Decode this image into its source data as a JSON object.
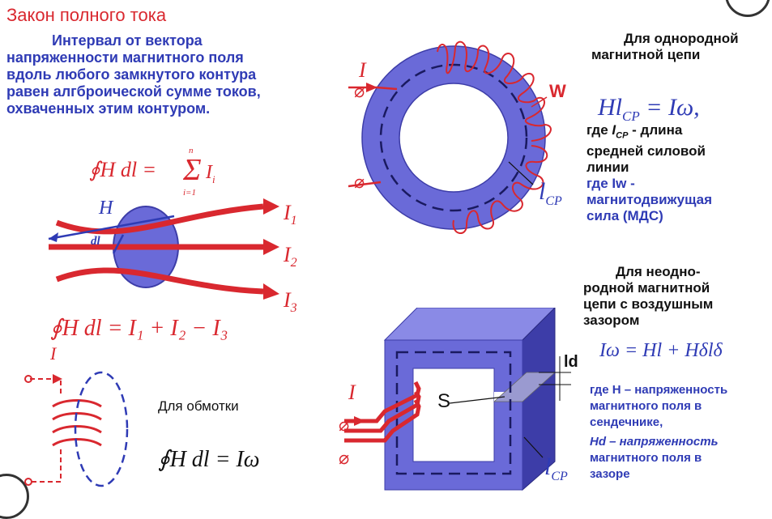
{
  "title": "Закон полного тока",
  "intro_lines": [
    "Интервал от вектора",
    "напряженности магнитного поля",
    "вдоль любого замкнутого контура",
    "равен алгброической сумме токов,",
    "охваченных этим контуром."
  ],
  "formula_sum": "∮H⃗ dl⃗ = Σ Iᵢ",
  "formula_sum_parts": {
    "lhs": "∮H dl =",
    "sum_top": "n",
    "sum_bottom": "i=1",
    "rhs": "I",
    "rhs_sub": "i"
  },
  "formula_currents": "∮H dl = I₁ + I₂ − I₃",
  "fig1_labels": {
    "H": "H",
    "dl": "dl",
    "I1": "I",
    "I1_sub": "1",
    "I2": "I",
    "I2_sub": "2",
    "I3": "I",
    "I3_sub": "3"
  },
  "coil_label": "Для обмотки",
  "formula_coil": "∮H dl = Iω",
  "coil_current": "I",
  "toroid": {
    "I": "I",
    "W": "W",
    "lcp": "l",
    "lcp_sub": "CP"
  },
  "uniform": {
    "heading_line1": "Для однородной",
    "heading_line2": "магнитной цепи",
    "formula": "Hl",
    "formula_sub": "CP",
    "formula_rhs": " = Iω,",
    "where1_pre": "где ",
    "where1_var": "I",
    "where1_sub": "CP",
    "where1_post": " - длина",
    "where2": "средней силовой",
    "where3": "линии",
    "where4": "где Iw -",
    "where5": "магнитодвижущая",
    "where6": "сила (МДС)"
  },
  "nonuniform": {
    "heading_line1": "Для неодно-",
    "heading_line2": "родной магнитной",
    "heading_line3": "цепи с воздушным",
    "heading_line4": "зазором",
    "formula": "Iω = Hl + Hδlδ",
    "note1": "где H – напряженность",
    "note2": "магнитного поля в",
    "note3": "сендечнике,",
    "note4": "Hd – напряженность",
    "note5": "магнитного поля в",
    "note6": "зазоре"
  },
  "core": {
    "I": "I",
    "S": "S",
    "ld": "ld",
    "lcp": "l",
    "lcp_sub": "CP"
  },
  "colors": {
    "red": "#d9282f",
    "blue": "#2f3bb5",
    "core": "#6a6ad8",
    "core_dark": "#3d3da8"
  }
}
